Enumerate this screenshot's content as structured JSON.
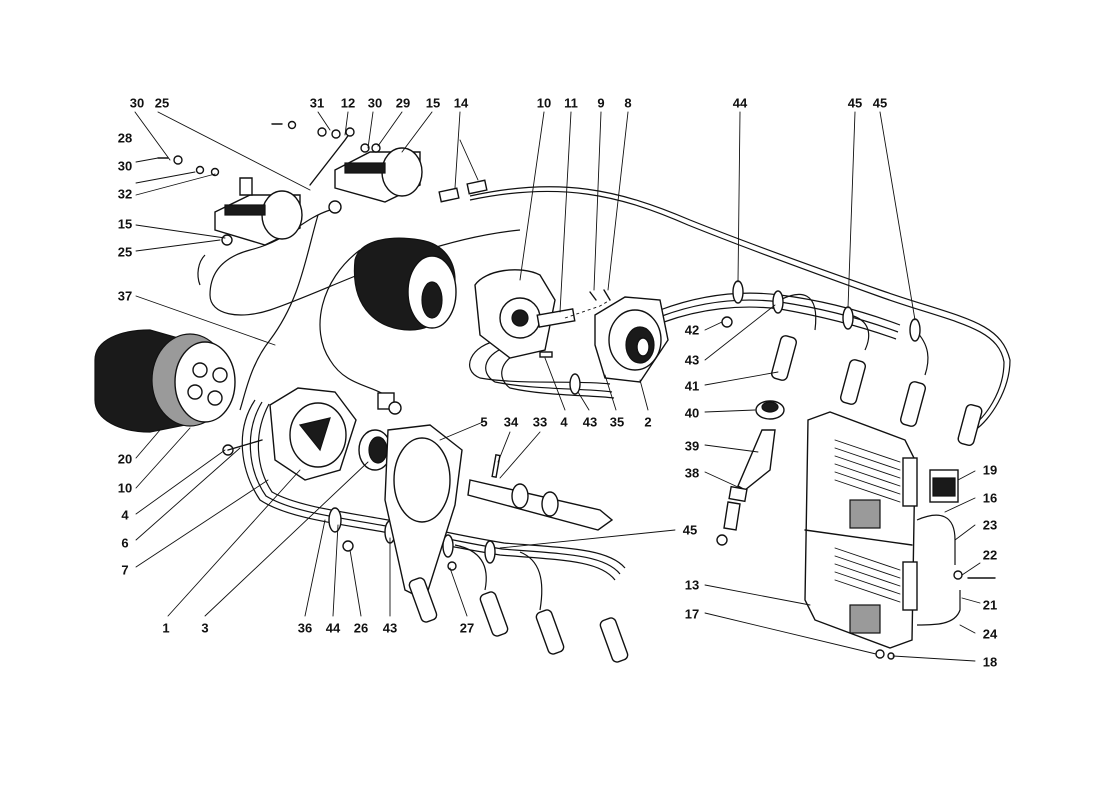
{
  "callouts": [
    "30",
    "25",
    "31",
    "12",
    "30",
    "29",
    "15",
    "14",
    "10",
    "11",
    "9",
    "8",
    "44",
    "45",
    "45",
    "28",
    "30",
    "32",
    "15",
    "25",
    "37",
    "20",
    "10",
    "4",
    "6",
    "7",
    "42",
    "43",
    "41",
    "40",
    "39",
    "38",
    "19",
    "16",
    "23",
    "22",
    "21",
    "24",
    "13",
    "17",
    "18",
    "5",
    "34",
    "33",
    "4",
    "43",
    "35",
    "2",
    "45",
    "1",
    "3",
    "36",
    "44",
    "26",
    "43",
    "27"
  ]
}
